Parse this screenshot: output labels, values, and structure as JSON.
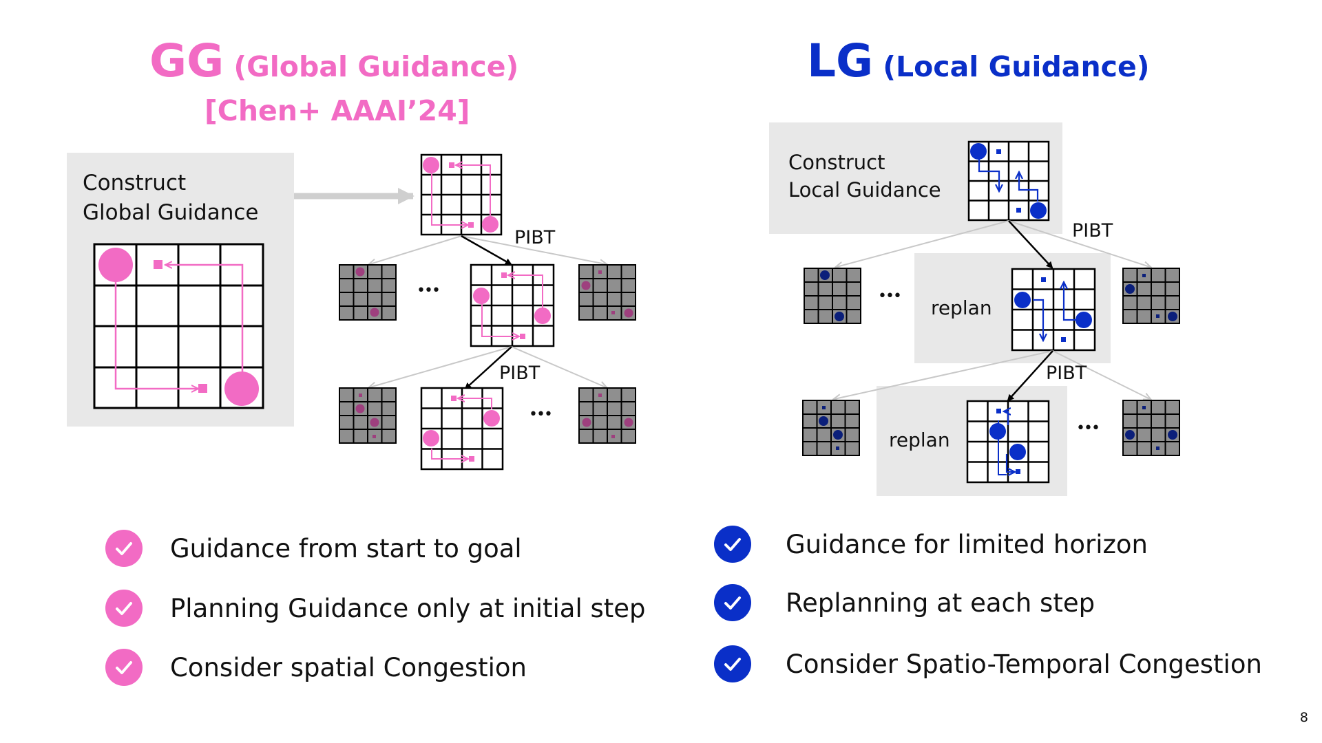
{
  "gg": {
    "abbr": "GG",
    "name": "(Global Guidance)",
    "citation": "[Chen+ AAAI’24]",
    "box_label_line1": "Construct",
    "box_label_line2": "Global Guidance",
    "pibt_label_1": "PIBT",
    "pibt_label_2": "PIBT",
    "ellipsis_1": "•••",
    "ellipsis_2": "•••",
    "bullets": [
      "Guidance from start to goal",
      "Planning Guidance only at initial step",
      "Consider spatial Congestion"
    ]
  },
  "lg": {
    "abbr": "LG",
    "name": "(Local Guidance)",
    "box_label_line1": "Construct",
    "box_label_line2": "Local Guidance",
    "pibt_label_1": "PIBT",
    "pibt_label_2": "PIBT",
    "replan_label_1": "replan",
    "replan_label_2": "replan",
    "ellipsis_1": "•••",
    "ellipsis_2": "•••",
    "bullets": [
      "Guidance for limited horizon",
      "Replanning at each step",
      "Consider Spatio-Temporal Congestion"
    ]
  },
  "page_number": "8",
  "colors": {
    "gg_pink": "#F26BC4",
    "gg_dark_pink": "#9E3F7E",
    "lg_blue": "#0A2FC8",
    "lg_dark_blue": "#0B1F7A",
    "panel_gray": "#E8E8E8",
    "cell_gray": "#8F8F8F"
  }
}
